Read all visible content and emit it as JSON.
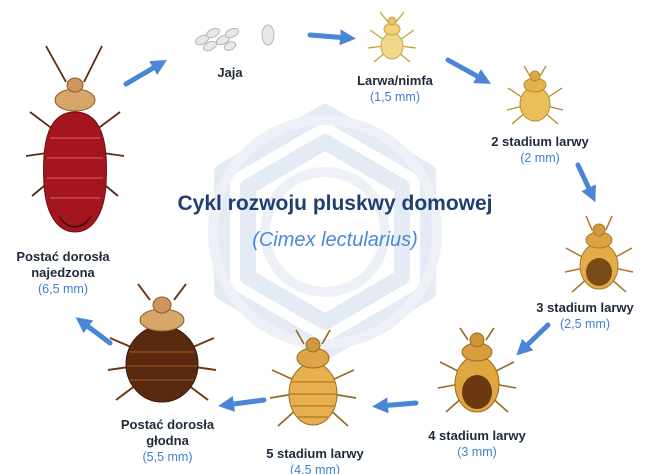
{
  "title": "Cykl rozwoju pluskwy domowej",
  "subtitle": "(Cimex lectularius)",
  "colors": {
    "title": "#1f3f73",
    "accent_blue": "#3f7fd1",
    "label_dark": "#1f2a3a",
    "fed_body": "#a3161f",
    "hungry_body": "#5a2a10",
    "nymph_body": "#e2b45a"
  },
  "stages": [
    {
      "id": "eggs",
      "name": "Jaja",
      "size": ""
    },
    {
      "id": "nymph1",
      "name": "Larwa/nimfa",
      "size": "(1,5 mm)"
    },
    {
      "id": "nymph2",
      "name": "2 stadium larwy",
      "size": "(2 mm)"
    },
    {
      "id": "nymph3",
      "name": "3 stadium larwy",
      "size": "(2,5 mm)"
    },
    {
      "id": "nymph4",
      "name": "4 stadium larwy",
      "size": "(3 mm)"
    },
    {
      "id": "nymph5",
      "name": "5 stadium larwy",
      "size": "(4,5 mm)"
    },
    {
      "id": "adult_hungry",
      "name": "Postać dorosła głodna",
      "size": "(5,5 mm)"
    },
    {
      "id": "adult_fed",
      "name": "Postać dorosła najedzona",
      "size": "(6,5 mm)"
    }
  ],
  "icons": [
    "watermark-logo",
    "cycle-arrow-icon",
    "bed-bug-icon",
    "egg-icon"
  ]
}
